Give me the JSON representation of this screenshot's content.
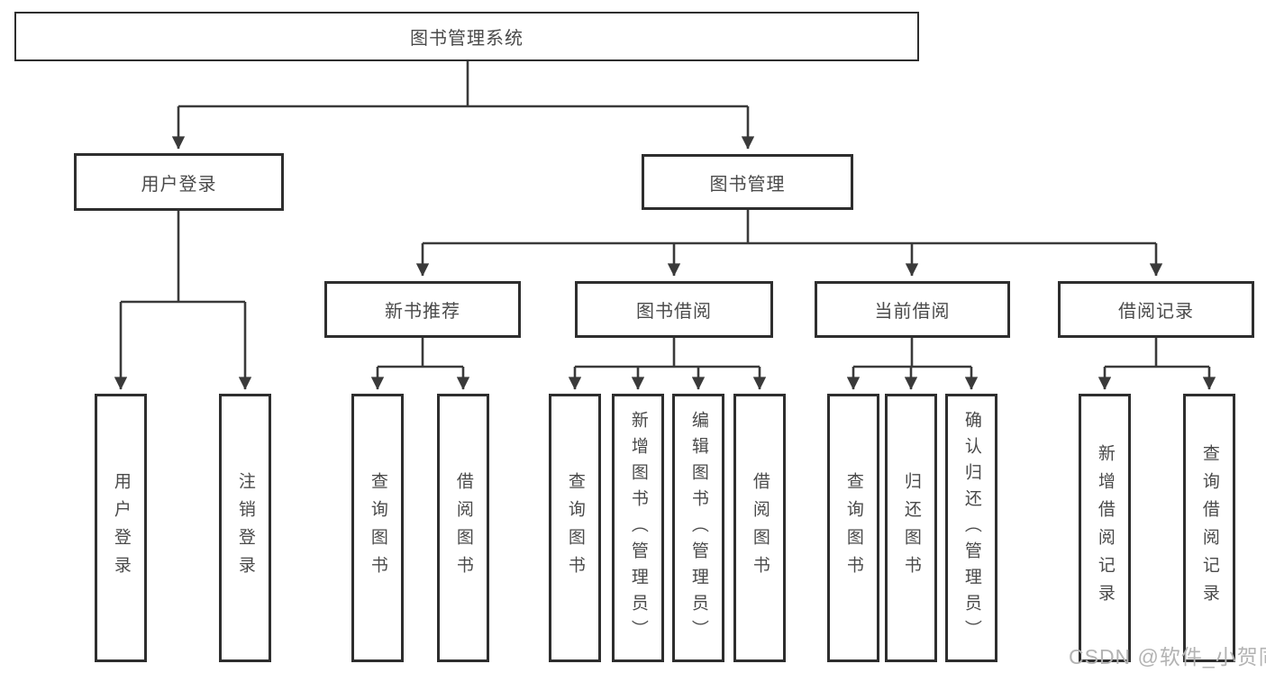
{
  "diagram": {
    "root": {
      "label": "图书管理系统"
    },
    "level2": {
      "user_login": {
        "label": "用户登录"
      },
      "book_management": {
        "label": "图书管理"
      }
    },
    "level3": {
      "new_book_recommend": {
        "label": "新书推荐"
      },
      "book_borrow": {
        "label": "图书借阅"
      },
      "current_borrow": {
        "label": "当前借阅"
      },
      "borrow_records": {
        "label": "借阅记录"
      }
    },
    "leaves": {
      "user_login": [
        "用户登录",
        "注销登录"
      ],
      "new_book_recommend": [
        "查询图书",
        "借阅图书"
      ],
      "book_borrow": [
        "查询图书",
        "新增图书（管理员）",
        "编辑图书（管理员）",
        "借阅图书"
      ],
      "current_borrow": [
        "查询图书",
        "归还图书",
        "确认归还（管理员）"
      ],
      "borrow_records": [
        "新增借阅记录",
        "查询借阅记录"
      ]
    }
  },
  "watermark": {
    "text": "CSDN @软件_小贺同学"
  },
  "colors": {
    "background": "#ffffff",
    "line": "#3a3a3a",
    "border": "#2e2e2e",
    "text": "#4a4a4a",
    "watermark": "#b3b3b3"
  }
}
